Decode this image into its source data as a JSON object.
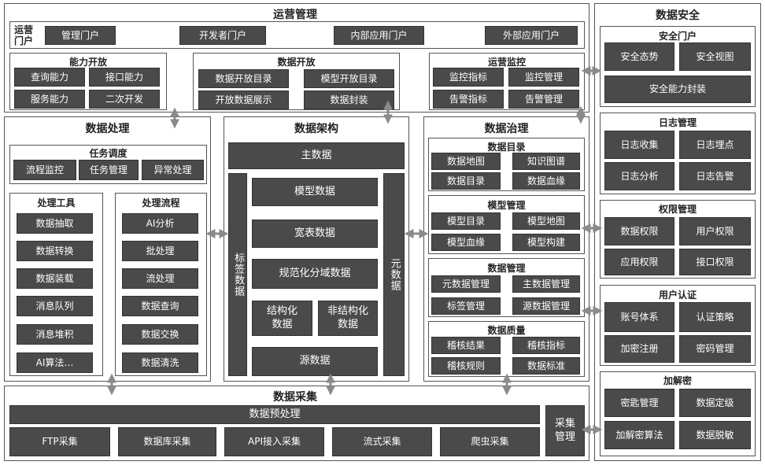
{
  "ops": {
    "title": "运营管理",
    "portal_label": "运营门户",
    "portals": [
      "管理门户",
      "开发者门户",
      "内部应用门户",
      "外部应用门户"
    ],
    "capability": {
      "title": "能力开放",
      "items": [
        "查询能力",
        "接口能力",
        "服务能力",
        "二次开发"
      ]
    },
    "data_open": {
      "title": "数据开放",
      "items": [
        "数据开放目录",
        "模型开放目录",
        "开放数据展示",
        "数据封装"
      ]
    },
    "monitor": {
      "title": "运营监控",
      "items": [
        "监控指标",
        "监控管理",
        "告警指标",
        "告警管理"
      ]
    }
  },
  "processing": {
    "title": "数据处理",
    "scheduling": {
      "title": "任务调度",
      "items": [
        "流程监控",
        "任务管理",
        "异常处理"
      ]
    },
    "tools": {
      "title": "处理工具",
      "items": [
        "数据抽取",
        "数据转换",
        "数据装载",
        "消息队列",
        "消息堆积",
        "AI算法…"
      ]
    },
    "flow": {
      "title": "处理流程",
      "items": [
        "AI分析",
        "批处理",
        "流处理",
        "数据查询",
        "数据交换",
        "数据清洗"
      ]
    }
  },
  "architecture": {
    "title": "数据架构",
    "master": "主数据",
    "tag": "标签数据",
    "meta": "元数据",
    "model": "模型数据",
    "wide": "宽表数据",
    "normalized": "规范化分域数据",
    "structured": "结构化数据",
    "unstructured": "非结构化数据",
    "source": "源数据"
  },
  "governance": {
    "title": "数据治理",
    "catalog": {
      "title": "数据目录",
      "items": [
        "数据地图",
        "知识图谱",
        "数据目录",
        "数据血缘"
      ]
    },
    "model_mgmt": {
      "title": "模型管理",
      "items": [
        "模型目录",
        "模型地图",
        "模型血缘",
        "模型构建"
      ]
    },
    "data_mgmt": {
      "title": "数据管理",
      "items": [
        "元数据管理",
        "主数据管理",
        "标签管理",
        "源数据管理"
      ]
    },
    "quality": {
      "title": "数据质量",
      "items": [
        "稽核结果",
        "稽核指标",
        "稽核规则",
        "数据标准"
      ]
    }
  },
  "collection": {
    "title": "数据采集",
    "preprocess": "数据预处理",
    "items": [
      "FTP采集",
      "数据库采集",
      "API接入采集",
      "流式采集",
      "爬虫采集"
    ],
    "mgmt": "采集管理"
  },
  "security": {
    "title": "数据安全",
    "portal": {
      "title": "安全门户",
      "items": [
        "安全态势",
        "安全视图",
        "安全能力封装"
      ]
    },
    "log": {
      "title": "日志管理",
      "items": [
        "日志收集",
        "日志埋点",
        "日志分析",
        "日志告警"
      ]
    },
    "perm": {
      "title": "权限管理",
      "items": [
        "数据权限",
        "用户权限",
        "应用权限",
        "接口权限"
      ]
    },
    "auth": {
      "title": "用户认证",
      "items": [
        "账号体系",
        "认证策略",
        "加密注册",
        "密码管理"
      ]
    },
    "crypto": {
      "title": "加解密",
      "items": [
        "密匙管理",
        "数据定级",
        "加解密算法",
        "数据脱敏"
      ]
    }
  },
  "colors": {
    "block": "#4a4a4a",
    "border": "#555555",
    "arrow": "#8a8a8a"
  }
}
